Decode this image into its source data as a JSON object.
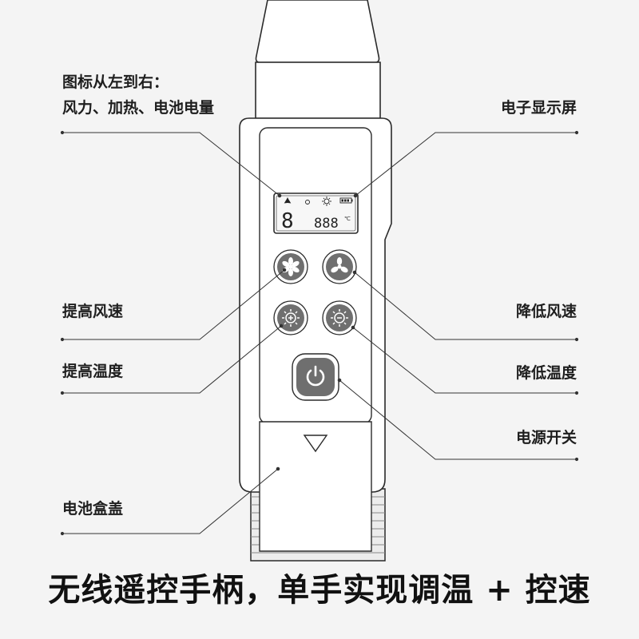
{
  "labels": {
    "icons_title": "图标从左到右：",
    "icons_desc": "风力、加热、电池电量",
    "display": "电子显示屏",
    "fan_up": "提高风速",
    "fan_down": "降低风速",
    "temp_up": "提高温度",
    "temp_down": "降低温度",
    "power": "电源开关",
    "battery_cover": "电池盒盖"
  },
  "display": {
    "digit_left": "8",
    "digits_right": "888",
    "unit": "℃"
  },
  "caption": "无线遥控手柄，单手实现调温 + 控速",
  "colors": {
    "background": "#f4f4f4",
    "outline": "#2a2a2a",
    "button_fill": "#6f6f6f",
    "leader_line": "#333333"
  },
  "icons": [
    "fan-icon",
    "heat-icon",
    "battery-icon",
    "power-icon",
    "fan-up-icon",
    "fan-down-icon",
    "temp-up-icon",
    "temp-down-icon"
  ]
}
